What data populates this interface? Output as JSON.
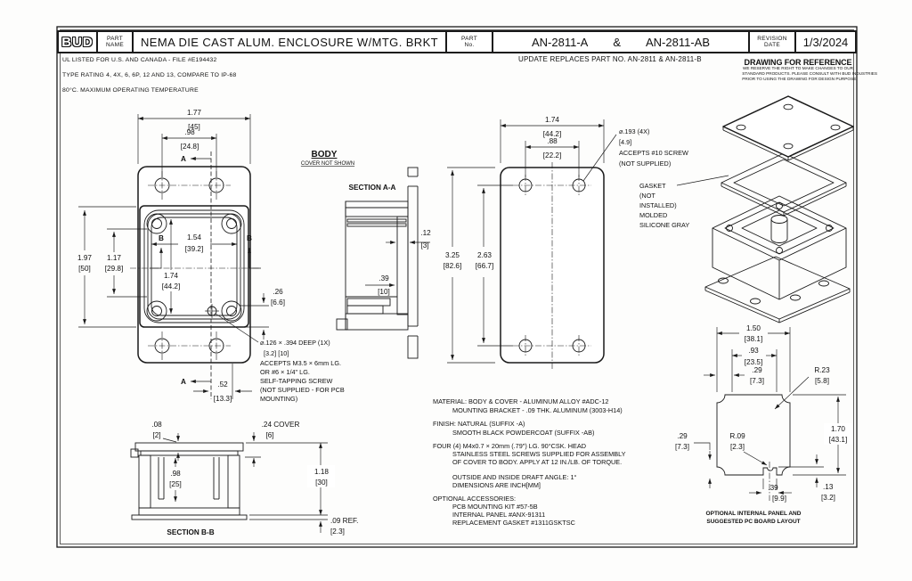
{
  "tb": {
    "logo": "BUD",
    "pnl1": "PART",
    "pnl2": "NAME",
    "part_name": "NEMA DIE CAST ALUM. ENCLOSURE W/MTG. BRKT",
    "nol1": "PART",
    "nol2": "No.",
    "no_a": "AN-2811-A",
    "no_sep": "&",
    "no_b": "AN-2811-AB",
    "revl1": "REVISION",
    "revl2": "DATE",
    "rev_date": "1/3/2024"
  },
  "gn": {
    "ul": "UL LISTED FOR U.S. AND CANADA - FILE #E194432",
    "rating": "TYPE RATING 4, 4X, 6, 6P, 12 AND 13, COMPARE TO IP-68",
    "temp": "80°C. MAXIMUM OPERATING TEMPERATURE",
    "update": "UPDATE REPLACES PART NO. AN-2811 & AN-2811-B",
    "ref_title": "DRAWING FOR REFERENCE",
    "ref1": "WE RESERVE THE RIGHT TO MAKE CHANGES TO OUR",
    "ref2": "STANDARD PRODUCTS. PLEASE CONSULT WITH BUD INDUSTRIES",
    "ref3": "PRIOR TO USING THE DRAWING FOR DESIGN PURPOSE"
  },
  "fv": {
    "a": "A",
    "b": "B",
    "w_in": "1.77",
    "w_mm": "[45]",
    "hs_in": ".98",
    "hs_mm": "[24.8]",
    "h_in": "1.97",
    "h_mm": "[50]",
    "hh_in": "1.17",
    "hh_mm": "[29.8]",
    "cw_in": "1.54",
    "cw_mm": "[39.2]",
    "ch_in": "1.74",
    "ch_mm": "[44.2]",
    "off_in": ".26",
    "off_mm": "[6.6]",
    "ao_in": ".52",
    "ao_mm": "[13.3]",
    "n1": "⌀.126 ×  .394 DEEP (1X)",
    "n2": "[3.2]        [10]",
    "n3": "ACCEPTS M3.5 × 6mm LG.",
    "n4": "OR #6 × 1/4\" LG.",
    "n5": "SELF-TAPPING SCREW",
    "n6": "(NOT SUPPLIED - FOR PCB",
    "n7": "MOUNTING)",
    "body": "BODY",
    "body_sub": "COVER NOT SHOWN"
  },
  "sa": {
    "label": "SECTION A-A",
    "t_in": ".12",
    "t_mm": "[3]",
    "d_in": ".39",
    "d_mm": "[10]"
  },
  "rv": {
    "w_in": "1.74",
    "w_mm": "[44.2]",
    "hs_in": ".88",
    "hs_mm": "[22.2]",
    "h_in": "3.25",
    "h_mm": "[82.6]",
    "hh_in": "2.63",
    "hh_mm": "[66.7]",
    "n1": "⌀.193 (4X)",
    "n2": "[4.9]",
    "n3": "ACCEPTS #10 SCREW",
    "n4": "(NOT SUPPLIED)"
  },
  "iso": {
    "g1": "GASKET",
    "g2": "(NOT",
    "g3": "INSTALLED)",
    "g4": "MOLDED",
    "g5": "SILICONE GRAY"
  },
  "sb": {
    "label": "SECTION B-B",
    "lip_in": ".08",
    "lip_mm": "[2]",
    "cov_in": ".24 COVER",
    "cov_mm": "[6]",
    "dep_in": ".98",
    "dep_mm": "[25]",
    "h_in": "1.18",
    "h_mm": "[30]",
    "ref_in": ".09  REF.",
    "ref_mm": "[2.3]"
  },
  "notes": {
    "l0": "MATERIAL: BODY & COVER - ALUMINUM ALLOY #ADC-12",
    "l1": "MOUNTING BRACKET - .09 THK. ALUMINUM (3003-H14)",
    "l2": "FINISH: NATURAL (SUFFIX -A)",
    "l3": "SMOOTH BLACK POWDERCOAT (SUFFIX -AB)",
    "l4": "FOUR (4) M4x0.7 × 20mm (.79\") LG. 90°CSK. HEAD",
    "l5": "STAINLESS STEEL SCREWS SUPPLIED FOR ASSEMBLY",
    "l6": "OF COVER TO BODY. APPLY AT 12 IN./LB. OF TORQUE.",
    "l7": "OUTSIDE AND INSIDE DRAFT ANGLE: 1°",
    "l8": "DIMENSIONS ARE INCH[MM]",
    "l9": "OPTIONAL ACCESSORIES:",
    "l10": "PCB MOUNTING KIT #57-5B",
    "l11": "INTERNAL PANEL #ANX-91311",
    "l12": "REPLACEMENT GASKET #1311GSKTSC"
  },
  "pl": {
    "cap1": "OPTIONAL INTERNAL PANEL AND",
    "cap2": "SUGGESTED PC BOARD LAYOUT",
    "w_in": "1.50",
    "w_mm": "[38.1]",
    "ns_in": ".93",
    "ns_mm": "[23.5]",
    "c_in": ".29",
    "c_mm": "[7.3]",
    "rc_in": "R.23",
    "rc_mm": "[5.8]",
    "h_in": "1.70",
    "h_mm": "[43.1]",
    "lc_in": ".29",
    "lc_mm": "[7.3]",
    "rn_in": "R.09",
    "rn_mm": "[2.3]",
    "nw_in": ".39",
    "nw_mm": "[9.9]",
    "b_in": ".13",
    "b_mm": "[3.2]"
  }
}
